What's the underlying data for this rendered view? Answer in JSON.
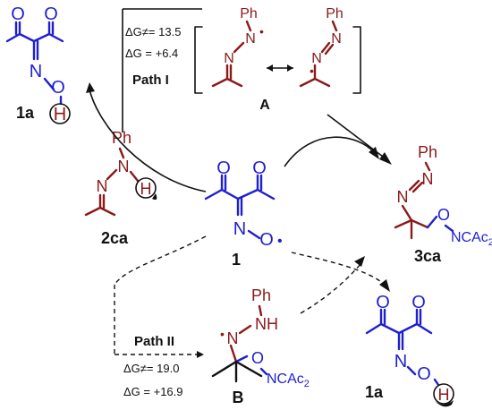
{
  "labels": {
    "path1": "Path I",
    "path2": "Path II",
    "dg1_act": "ΔG≠= 13.5",
    "dg1": "ΔG = +6.4",
    "dg2_act": "ΔG≠= 19.0",
    "dg2": "ΔG = +16.9"
  },
  "compounds": {
    "c1a_top": "1a",
    "c2ca": "2ca",
    "c1": "1",
    "c3ca": "3ca",
    "cA": "A",
    "cB": "B",
    "c1a_bottom": "1a"
  },
  "atoms": {
    "O": "O",
    "N": "N",
    "H": "H",
    "Ph": "Ph",
    "NH": "NH",
    "NCAc2": "NCAc",
    "sub2": "2",
    "radical": "•"
  },
  "colors": {
    "blue": "#1f1fd0",
    "red": "#8b1a1a",
    "black": "#111111"
  }
}
